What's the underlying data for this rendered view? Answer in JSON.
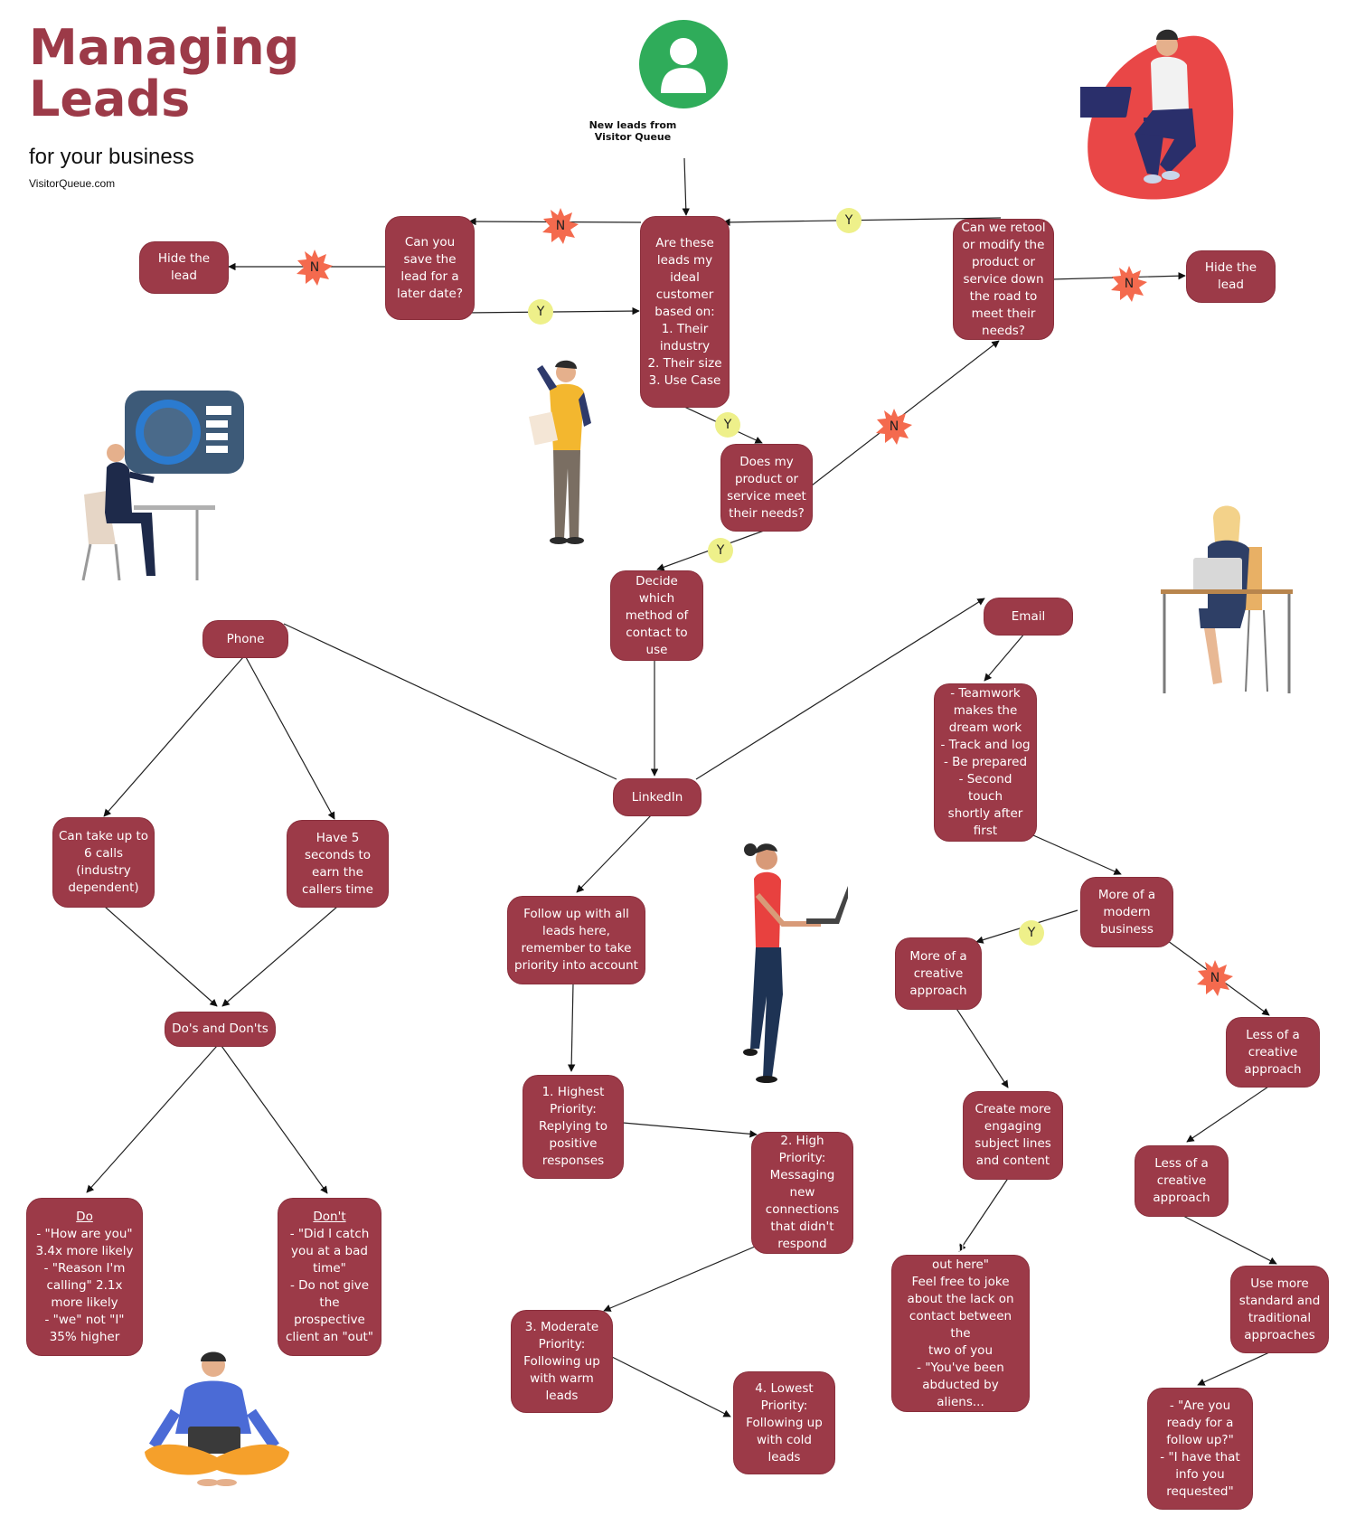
{
  "header": {
    "title_line1": "Managing",
    "title_line2": "Leads",
    "subtitle": "for your business",
    "website": "VisitorQueue.com"
  },
  "colors": {
    "node_fill": "#9c3a48",
    "title": "#9c3a48",
    "yes_badge": "#eef08a",
    "no_badge": "#f46a4e",
    "source_icon": "#2fac5a"
  },
  "source": {
    "icon": "user-icon",
    "label": "New leads from\nVisitor Queue"
  },
  "nodes": {
    "ideal_customer": "Are these\nleads my\nideal\ncustomer\nbased on:\n1. Their\nindustry\n2. Their size\n3. Use Case",
    "save_later": "Can you\nsave the\nlead for a\nlater date?",
    "hide_left": "Hide the\nlead",
    "retool": "Can we retool\nor modify the\nproduct or\nservice down\nthe road to\nmeet their\nneeds?",
    "hide_right": "Hide the\nlead",
    "meet_needs": "Does my\nproduct or\nservice meet\ntheir needs?",
    "decide_method": "Decide\nwhich\nmethod of\ncontact to\nuse",
    "phone": "Phone",
    "linkedin": "LinkedIn",
    "email": "Email",
    "calls": "Can take up to\n6 calls\n(industry\ndependent)",
    "five_seconds": "Have 5\nseconds to\nearn the\ncallers time",
    "dos_donts": "Do's and Don'ts",
    "do_title": "Do",
    "do_body": "- \"How are you\"\n3.4x more likely\n- \"Reason I'm\ncalling\" 2.1x\nmore likely\n- \"we\" not \"I\"\n35% higher",
    "dont_title": "Don't",
    "dont_body": "- \"Did I catch\nyou at a bad\ntime\"\n- Do not give\nthe\nprospective\nclient an \"out\"",
    "follow_up": "Follow up with all\nleads here,\nremember to take\npriority into account",
    "p1": "1. Highest\nPriority:\nReplying to\npositive\nresponses",
    "p2": "2. High\nPriority:\nMessaging\nnew\nconnections\nthat didn't\nrespond",
    "p3": "3. Moderate\nPriority:\nFollowing up\nwith warm\nleads",
    "p4": "4. Lowest\nPriority:\nFollowing up\nwith cold\nleads",
    "email_tips": "- Teamwork\nmakes the\ndream work\n- Track and log\n- Be prepared\n- Second touch\nshortly after\nfirst",
    "modern": "More of a\nmodern\nbusiness",
    "more_creative": "More of a\ncreative\napproach",
    "less_creative_1": "Less of a\ncreative\napproach",
    "less_creative_2": "Less of a\ncreative\napproach",
    "engaging": "Create more\nengaging\nsubject lines\nand content",
    "lonely": "- \"It's really lonely\nout here\"\nFeel free to joke\nabout  the lack on\ncontact between the\ntwo of you\n- \"You've been\nabducted by aliens...\nHow was it?\"",
    "traditional": "Use more\nstandard and\ntraditional\napproaches",
    "follow_q": "- \"Are you\nready for a\nfollow up?\"\n- \"I have that\ninfo you\nrequested\""
  },
  "badges": {
    "yes": "Y",
    "no": "N"
  },
  "illustrations": [
    "man-on-beanbag-with-laptop",
    "businessman-at-desk-with-dashboard",
    "confused-man-reading-paper",
    "woman-working-at-desk",
    "woman-standing-with-laptop",
    "man-sitting-cross-legged-with-laptop"
  ]
}
